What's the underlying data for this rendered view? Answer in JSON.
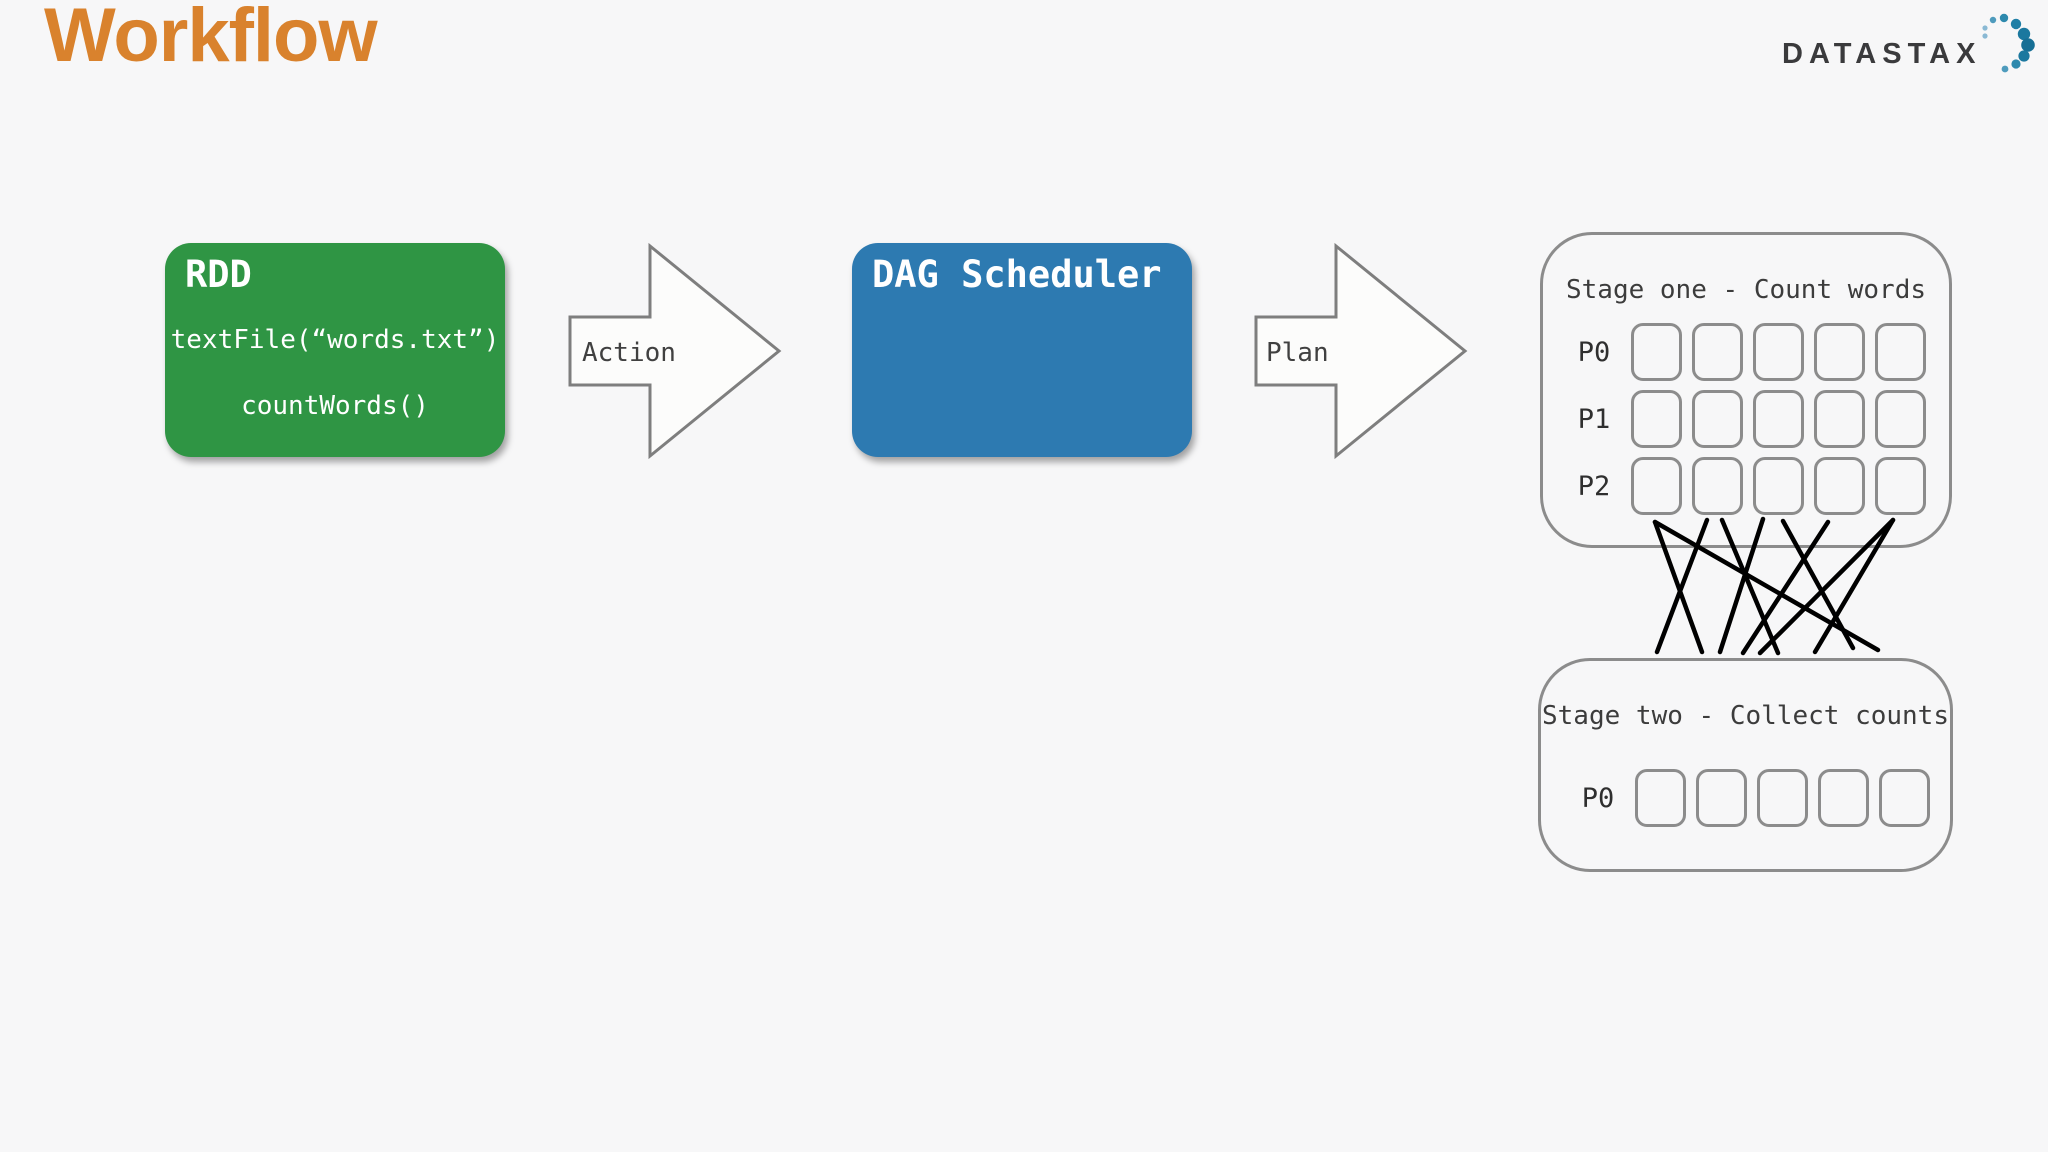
{
  "slide": {
    "title": "Workflow",
    "title_color": "#d9822d",
    "background": "#f7f7f8"
  },
  "logo": {
    "text": "DATASTAX",
    "text_color": "#3a3a3c",
    "dot_color": "#1f7fa6"
  },
  "diagram": {
    "rdd_box": {
      "title": "RDD",
      "code_line_1": "textFile(“words.txt”)",
      "code_line_2": "countWords()",
      "color": "#2f9544"
    },
    "action_arrow": {
      "label": "Action"
    },
    "dag_box": {
      "title": "DAG Scheduler",
      "color": "#2d7ab1"
    },
    "plan_arrow": {
      "label": "Plan"
    },
    "stage_one": {
      "title": "Stage one - Count words",
      "rows": [
        {
          "label": "P0",
          "cells": 5
        },
        {
          "label": "P1",
          "cells": 5
        },
        {
          "label": "P2",
          "cells": 5
        }
      ]
    },
    "stage_two": {
      "title": "Stage two - Collect counts",
      "rows": [
        {
          "label": "P0",
          "cells": 5
        }
      ]
    },
    "shuffle": {
      "color": "#000000",
      "lines": [
        [
          55,
          14,
          102,
          144
        ],
        [
          55,
          14,
          278,
          142
        ],
        [
          107,
          12,
          57,
          144
        ],
        [
          122,
          12,
          178,
          145
        ],
        [
          163,
          11,
          120,
          144
        ],
        [
          183,
          13,
          253,
          140
        ],
        [
          228,
          14,
          143,
          145
        ],
        [
          293,
          12,
          215,
          144
        ],
        [
          293,
          12,
          160,
          145
        ]
      ]
    }
  }
}
